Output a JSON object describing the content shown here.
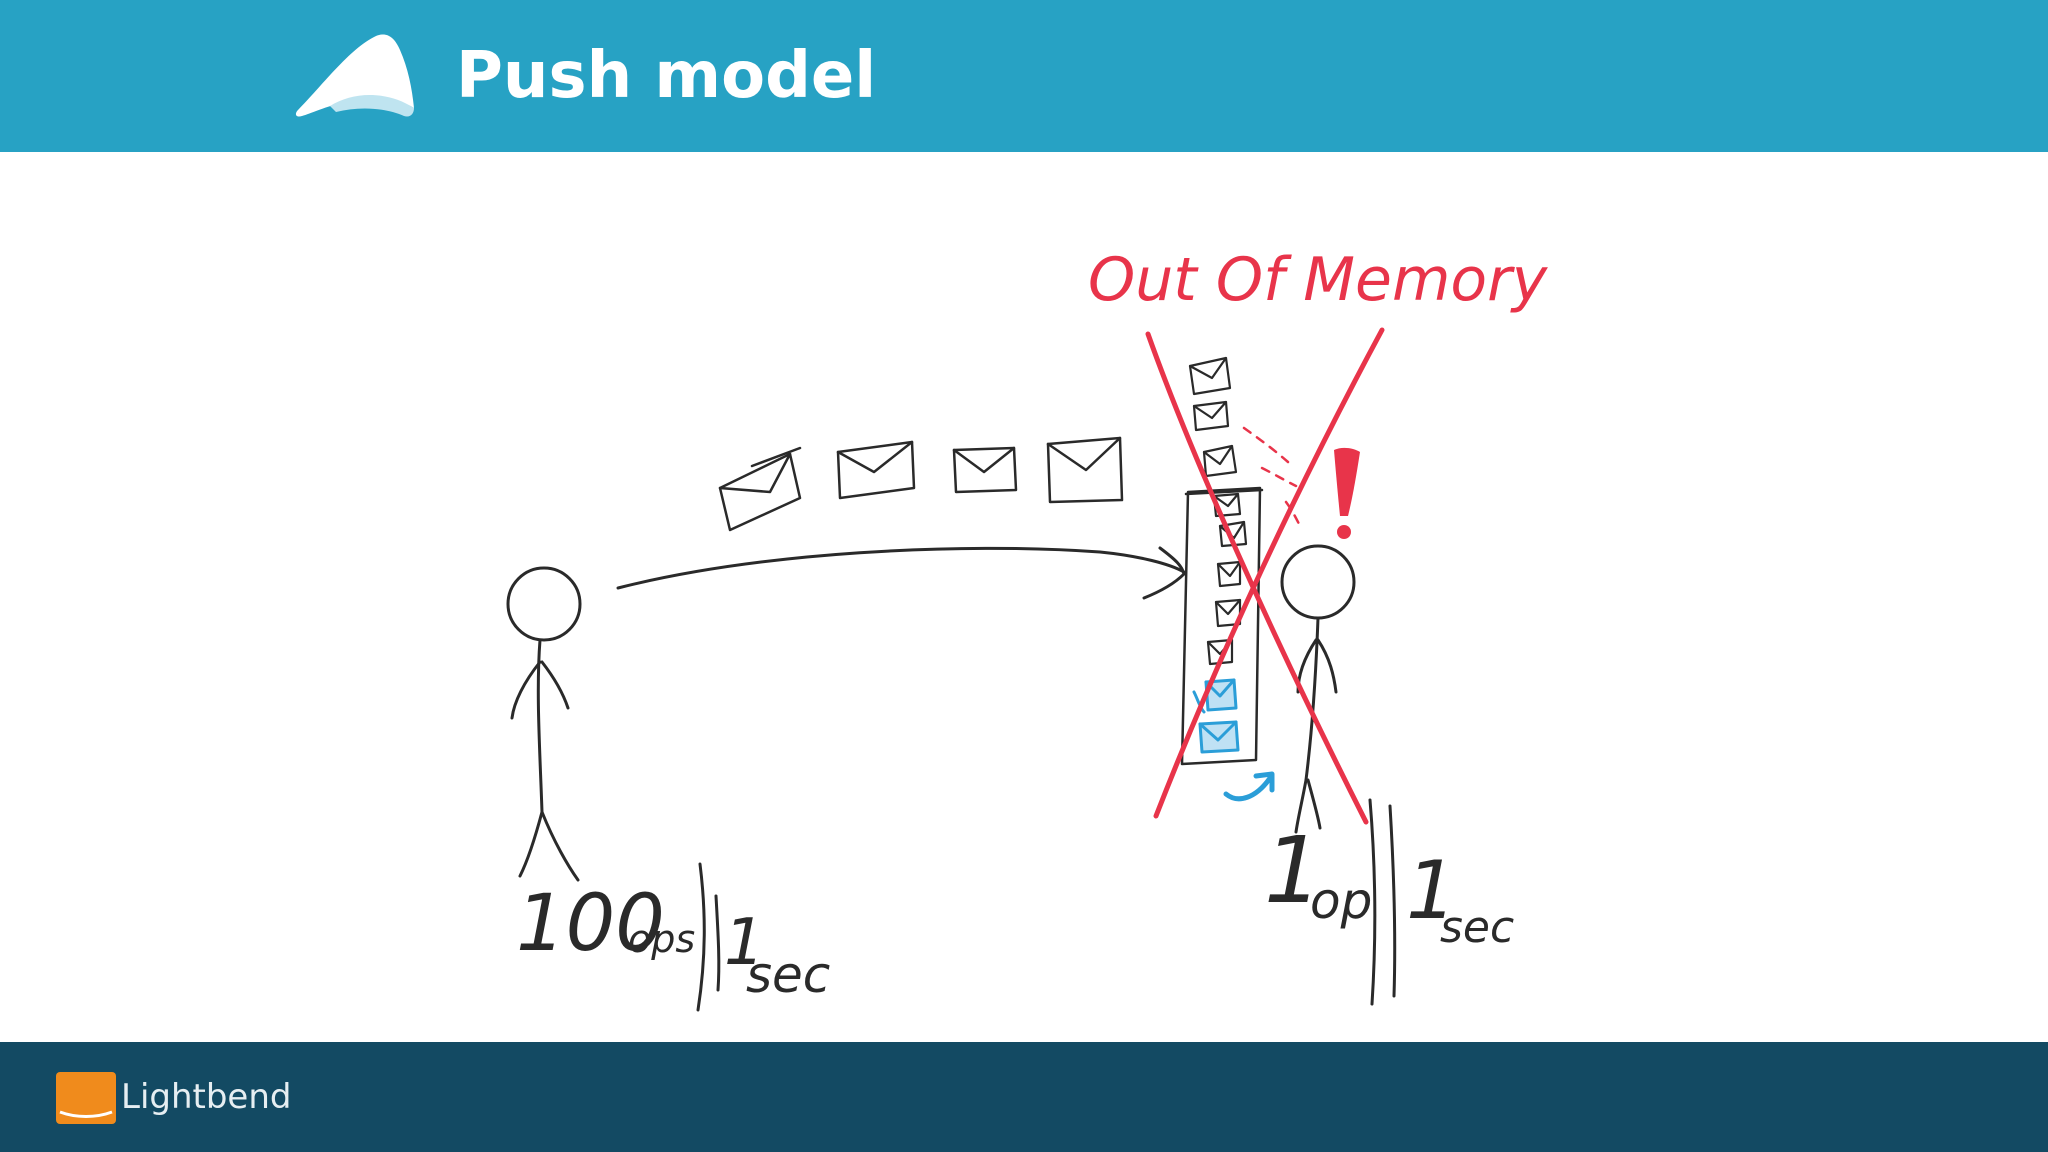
{
  "slide": {
    "title": "Push model",
    "annotation": "Out Of Memory",
    "producer_rate": {
      "number": "100",
      "unit": "ops",
      "per": "1",
      "time": "sec"
    },
    "consumer_rate": {
      "number": "1",
      "unit": "op",
      "per": "1",
      "time": "sec"
    }
  },
  "footer": {
    "brand": "Lightbend"
  },
  "colors": {
    "header_bg": "#27a2c4",
    "footer_bg": "#134a63",
    "annotation_red": "#e8344a",
    "accent_blue": "#2b9ed8",
    "ink": "#2a2a2a",
    "brand_orange": "#f08b1c"
  },
  "icons": [
    "akka-logo-icon",
    "lightbend-logo-icon",
    "envelope-icon",
    "stick-figure-icon",
    "exclamation-icon",
    "cross-out-icon",
    "arrow-icon"
  ]
}
